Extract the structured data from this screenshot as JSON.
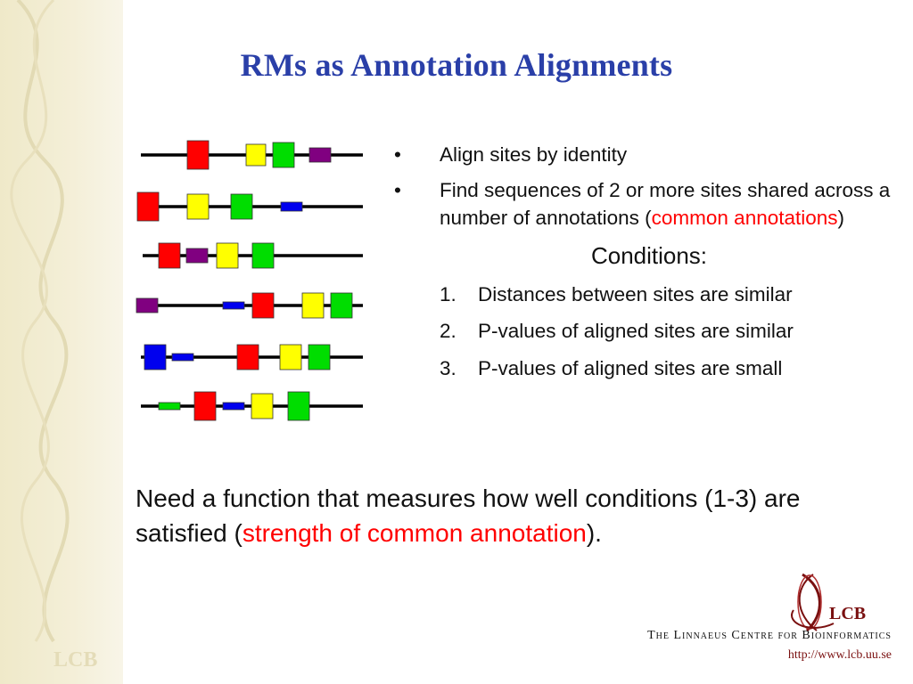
{
  "slide": {
    "title": "RMs as Annotation Alignments",
    "bullets": [
      {
        "marker": "•",
        "text": "Align sites by identity"
      },
      {
        "marker": "•",
        "text_before": "Find sequences of 2 or more sites shared across a number of annotations (",
        "highlight": "common annotations",
        "text_after": ")"
      }
    ],
    "conditions_heading": "Conditions:",
    "conditions": [
      {
        "num": "1.",
        "text": "Distances between sites are similar"
      },
      {
        "num": "2.",
        "text": "P-values of aligned sites are similar"
      },
      {
        "num": "3.",
        "text": "P-values of aligned sites are small"
      }
    ],
    "need": {
      "text_before": "Need a function that measures how well conditions (1-3) are satisfied (",
      "highlight": "strength of common annotation",
      "text_after": ")."
    }
  },
  "footer": {
    "logo_text": "LCB",
    "org": "The Linnaeus Centre for Bioinformatics",
    "url": "http://www.lcb.uu.se"
  },
  "sidebar": {
    "watermark": "LCB"
  },
  "colors": {
    "title": "#2a3fa8",
    "highlight": "#ff0000",
    "site_red": "#ff0000",
    "site_yellow": "#ffff00",
    "site_green": "#00dd00",
    "site_purple": "#800080",
    "site_blue": "#0000ee"
  },
  "annotations": [
    {
      "sites": [
        {
          "color": "red",
          "kind": "tall"
        },
        {
          "color": "yellow",
          "kind": "small"
        },
        {
          "color": "green",
          "kind": "mid"
        },
        {
          "color": "purple",
          "kind": "flat"
        }
      ]
    },
    {
      "sites": [
        {
          "color": "red",
          "kind": "tall"
        },
        {
          "color": "yellow",
          "kind": "mid"
        },
        {
          "color": "green",
          "kind": "mid"
        },
        {
          "color": "blue",
          "kind": "thin"
        }
      ]
    },
    {
      "sites": [
        {
          "color": "red",
          "kind": "mid"
        },
        {
          "color": "purple",
          "kind": "flat"
        },
        {
          "color": "yellow",
          "kind": "mid"
        },
        {
          "color": "green",
          "kind": "mid"
        }
      ]
    },
    {
      "sites": [
        {
          "color": "purple",
          "kind": "flat"
        },
        {
          "color": "blue",
          "kind": "line"
        },
        {
          "color": "red",
          "kind": "mid"
        },
        {
          "color": "yellow",
          "kind": "mid"
        },
        {
          "color": "green",
          "kind": "mid"
        }
      ]
    },
    {
      "sites": [
        {
          "color": "blue",
          "kind": "mid"
        },
        {
          "color": "blue",
          "kind": "line"
        },
        {
          "color": "red",
          "kind": "mid"
        },
        {
          "color": "yellow",
          "kind": "mid"
        },
        {
          "color": "green",
          "kind": "mid"
        }
      ]
    },
    {
      "sites": [
        {
          "color": "green",
          "kind": "line"
        },
        {
          "color": "red",
          "kind": "tall"
        },
        {
          "color": "blue",
          "kind": "line"
        },
        {
          "color": "yellow",
          "kind": "mid"
        },
        {
          "color": "green",
          "kind": "tall"
        }
      ]
    }
  ]
}
